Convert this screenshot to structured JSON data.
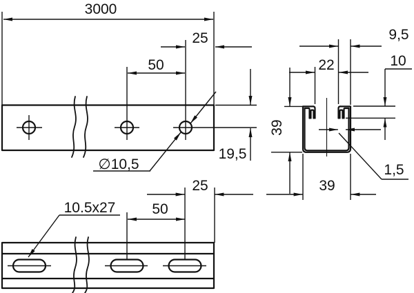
{
  "colors": {
    "line": "#111111",
    "background": "#ffffff"
  },
  "views": {
    "side_view_holes": {
      "overall_length": "3000",
      "end_offset": "25",
      "hole_spacing": "50",
      "hole_diameter": "∅10,5",
      "hole_center_from_edge": "19,5"
    },
    "cross_section": {
      "lip_width": "9,5",
      "lip_depth": "10",
      "opening_width": "22",
      "height": "39",
      "width": "39",
      "wall_thickness": "1,5"
    },
    "side_view_slots": {
      "slot_size": "10.5x27",
      "slot_spacing": "50",
      "end_offset": "25"
    }
  }
}
